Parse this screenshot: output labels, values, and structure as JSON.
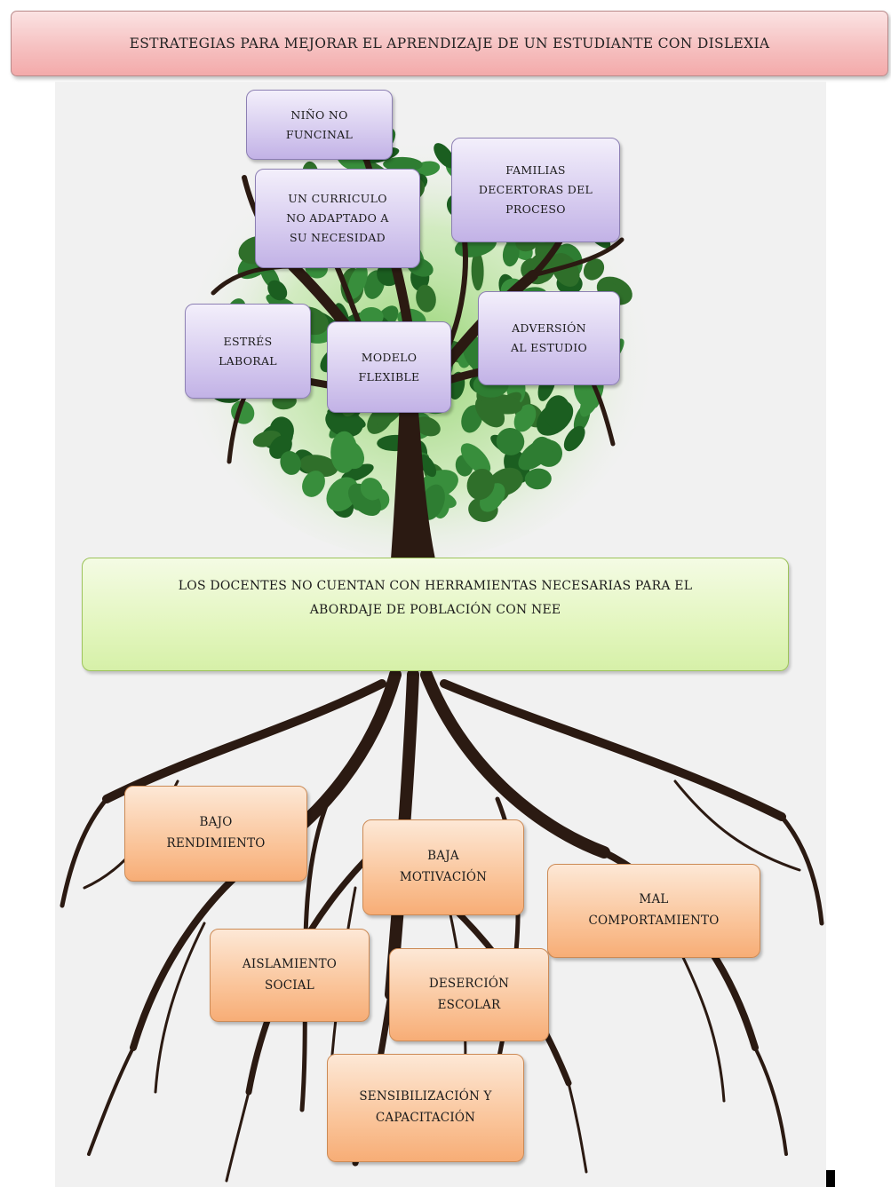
{
  "title": "ESTRATEGIAS PARA  MEJORAR EL APRENDIZAJE  DE UN ESTUDIANTE  CON DISLEXIA",
  "colors": {
    "title_fill": "#f6c1c1",
    "leaf_boxes": "#d6cbef",
    "trunk_box": "#e3f6bf",
    "root_boxes": "#fac59b",
    "foliage": "#2e7d32",
    "trunk": "#2b1a12"
  },
  "canopy": {
    "boxes": [
      {
        "name": "nino-no-funcional",
        "text": "NIÑO NO\nFUNCINAL"
      },
      {
        "name": "curriculo-no-adaptado",
        "text": "UN CURRICULO\nNO ADAPTADO A\nSU NECESIDAD"
      },
      {
        "name": "familias-decertoras",
        "text": "FAMILIAS\nDECERTORAS  DEL\nPROCESO"
      },
      {
        "name": "estres-laboral",
        "text": "ESTRÉS\nLABORAL"
      },
      {
        "name": "modelo-flexible",
        "text": "MODELO\nFLEXIBLE"
      },
      {
        "name": "adversion-estudio",
        "text": "ADVERSIÓN\nAL  ESTUDIO"
      }
    ]
  },
  "trunk": {
    "text": "LOS DOCENTES  NO CUENTAN CON HERRAMIENTAS NECESARIAS  PARA EL\nABORDAJE  DE POBLACIÓN  CON NEE"
  },
  "roots": {
    "boxes": [
      {
        "name": "bajo-rendimiento",
        "text": "BAJO\nRENDIMIENTO"
      },
      {
        "name": "baja-motivacion",
        "text": "BAJA\nMOTIVACIÓN"
      },
      {
        "name": "mal-comportamiento",
        "text": "MAL\nCOMPORTAMIENTO"
      },
      {
        "name": "aislamiento-social",
        "text": "AISLAMIENTO\nSOCIAL"
      },
      {
        "name": "desercion-escolar",
        "text": "DESERCIÓN\nESCOLAR"
      },
      {
        "name": "sensibilizacion-capacitacion",
        "text": "SENSIBILIZACIÓN  Y\nCAPACITACIÓN"
      }
    ]
  }
}
